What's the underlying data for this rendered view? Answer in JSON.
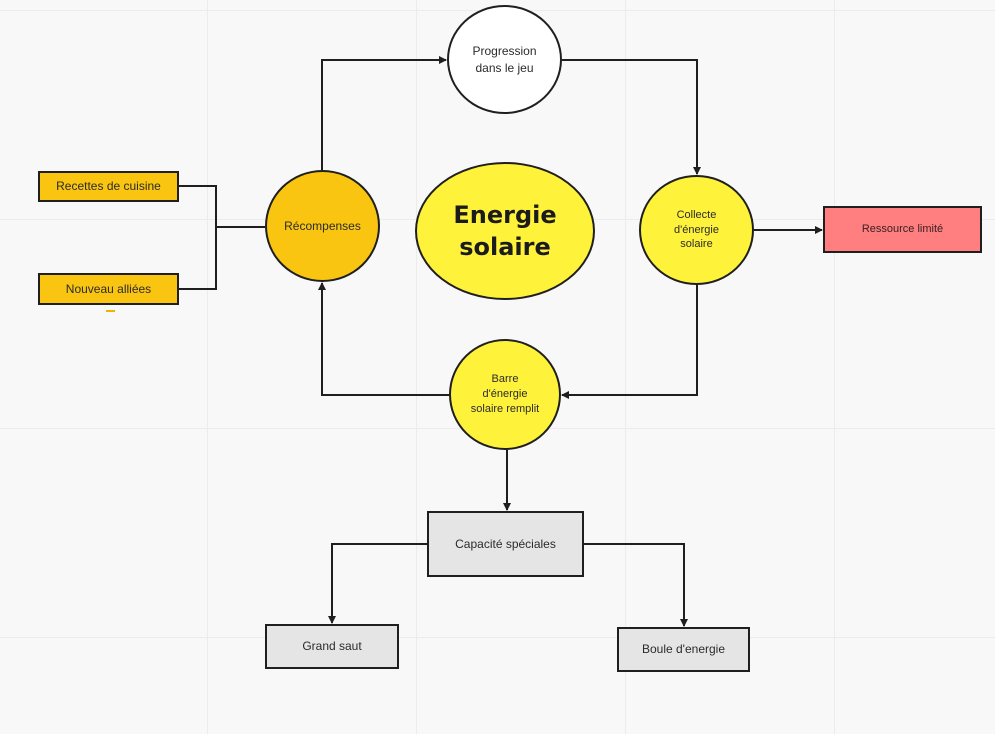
{
  "diagram": {
    "center": {
      "line1": "Energie",
      "line2": "solaire"
    },
    "nodes": {
      "progression": {
        "line1": "Progression",
        "line2": "dans le jeu"
      },
      "recompenses": {
        "label": "Récompenses"
      },
      "collecte": {
        "line1": "Collecte",
        "line2": "d'énergie",
        "line3": "solaire"
      },
      "barre": {
        "line1": "Barre",
        "line2": "d'énergie",
        "line3": "solaire remplit"
      },
      "recettes": {
        "label": "Recettes de cuisine"
      },
      "nouveau": {
        "label": "Nouveau alliées"
      },
      "ressource": {
        "label": "Ressource limité"
      },
      "capacite": {
        "label": "Capacité spéciales"
      },
      "grand_saut": {
        "label": "Grand saut"
      },
      "boule": {
        "label": "Boule d'energie"
      }
    },
    "colors": {
      "yellow": "#fff23a",
      "amber": "#f9c510",
      "red": "#ff7f80",
      "grey": "#e5e5e5",
      "white": "#ffffff",
      "line": "#1f1f1f"
    }
  }
}
